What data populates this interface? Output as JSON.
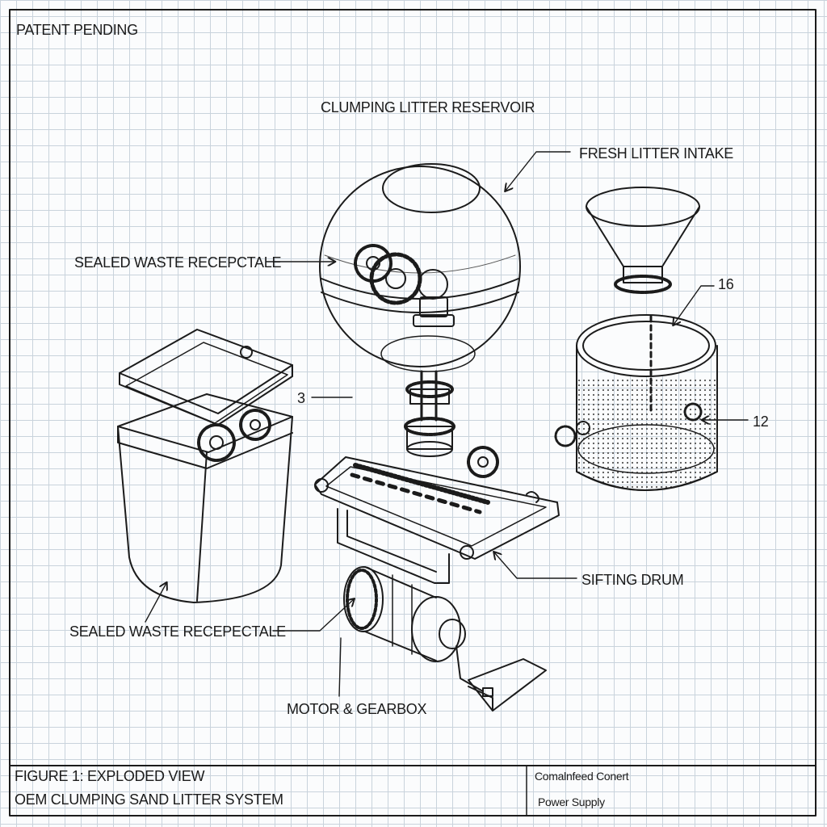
{
  "header": {
    "patent": "PATENT PENDING"
  },
  "labels": {
    "reservoir": "CLUMPING LITTER RESERVOIR",
    "intake": "FRESH LITTER INTAKE",
    "sealed_upper": "SEALED WASTE RECEPCTALE",
    "sealed_lower": "SEALED WASTE RECEPECTALE",
    "sifting": "SIFTING DRUM",
    "motor": "MOTOR & GEARBOX",
    "ref_3": "3",
    "ref_16": "16",
    "ref_12": "12"
  },
  "footer": {
    "figure": "FIGURE 1: EXPLODED VIEW",
    "system": "OEM CLUMPING SAND LITTER SYSTEM",
    "note1": "Comalnfeed Conert",
    "note2": "Power Supply"
  },
  "colors": {
    "ink": "#1b1b1b",
    "grid": "#c9d3dc",
    "paper": "#fbfcfd"
  }
}
